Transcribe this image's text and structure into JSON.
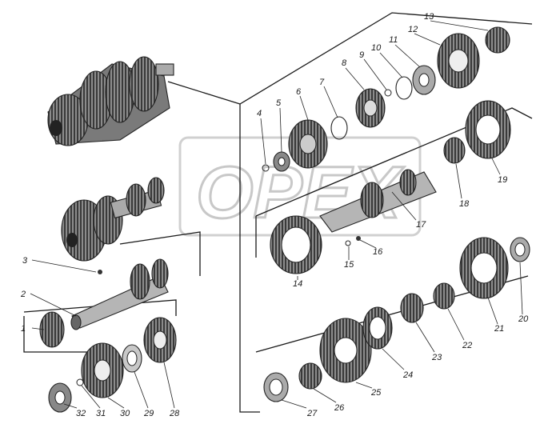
{
  "watermark": "OPEX",
  "callouts": {
    "c1": "1",
    "c2": "2",
    "c3": "3",
    "c4": "4",
    "c5": "5",
    "c6": "6",
    "c7": "7",
    "c8": "8",
    "c9": "9",
    "c10": "10",
    "c11": "11",
    "c12": "12",
    "c13": "13",
    "c14": "14",
    "c15": "15",
    "c16": "16",
    "c17": "17",
    "c18": "18",
    "c19": "19",
    "c20": "20",
    "c21": "21",
    "c22": "22",
    "c23": "23",
    "c24": "24",
    "c25": "25",
    "c26": "26",
    "c27": "27",
    "c28": "28",
    "c29": "29",
    "c30": "30",
    "c31": "31",
    "c32": "32"
  },
  "colors": {
    "ink": "#1a1a1a",
    "gearFill": "#9a9a9a",
    "shade": "#5a5a5a",
    "watermark": "#c8c8c8"
  }
}
